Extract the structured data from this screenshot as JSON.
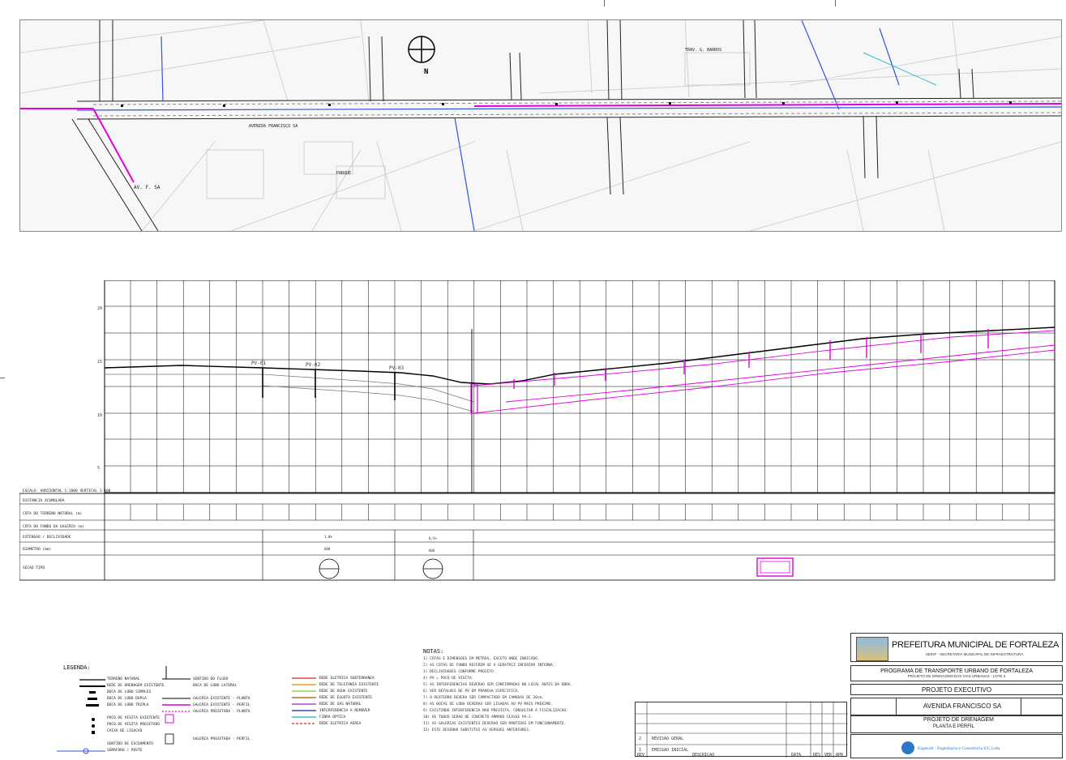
{
  "plan": {
    "street_labels": [
      "AV. F. SA",
      "AVENIDA FRANCISCO SA",
      "PARQUE",
      "TRAV. G. BARROS"
    ],
    "north_label": "N"
  },
  "profile": {
    "pv_labels": [
      "PV-01",
      "PV-02",
      "PV-03"
    ],
    "y_ticks": [
      "20",
      "15",
      "10",
      "5"
    ],
    "scale_label": "ESCALA: HORIZONTAL 1:1000  VERTICAL 1:100",
    "band_labels": [
      "DISTANCIA ACUMULADA",
      "COTA DO TERRENO NATURAL (m)",
      "COTA DO FUNDO DA GALERIA (m)",
      "EXTENSAO / DECLIVIDADE",
      "DIAMETRO (mm)",
      "SECAO TIPO"
    ],
    "band_values": {
      "decl_1": "1,0%",
      "decl_2": "0,5%",
      "diam_1": "600",
      "diam_2": "800"
    }
  },
  "legend": {
    "title": "LEGENDA:",
    "col1": [
      "TERRENO NATURAL",
      "REDE DE DRENAGEM EXISTENTE",
      "BOCA DE LOBO SIMPLES",
      "BOCA DE LOBO DUPLA",
      "BOCA DE LOBO TRIPLA",
      "POCO DE VISITA EXISTENTE",
      "POCO DE VISITA PROJETADO",
      "CAIXA DE LIGACAO",
      "SENTIDO DE ESCOAMENTO",
      "SEMAFORO / POSTE"
    ],
    "col2": [
      "SENTIDO DO FLUXO",
      "BOCA DE LOBO LATERAL",
      "GALERIA EXISTENTE - PLANTA",
      "GALERIA EXISTENTE - PERFIL",
      "GALERIA PROJETADA - PLANTA",
      "GALERIA PROJETADA - PERFIL"
    ],
    "col3": [
      "REDE ELETRICA SUBTERRANEA",
      "REDE DE TELEFONIA EXISTENTE",
      "REDE DE AGUA EXISTENTE",
      "REDE DE ESGOTO EXISTENTE",
      "REDE DE GAS NATURAL",
      "INTERFERENCIA A REMOVER",
      "FIBRA OPTICA",
      "REDE ELETRICA AEREA"
    ]
  },
  "notes": {
    "title": "NOTAS:",
    "items": [
      "1) COTAS E DIMENSOES EM METROS, EXCETO ONDE INDICADO.",
      "2) AS COTAS DE FUNDO REFEREM-SE A GERATRIZ INFERIOR INTERNA.",
      "3) DECLIVIDADES CONFORME PROJETO.",
      "4) PV = POCO DE VISITA.",
      "5) AS INTERFERENCIAS DEVERAO SER CONFIRMADAS NO LOCAL ANTES DA OBRA.",
      "6) VER DETALHES DE PV EM PRANCHA ESPECIFICA.",
      "7) O REATERRO DEVERA SER COMPACTADO EM CAMADAS DE 20cm.",
      "8) AS BOCAS DE LOBO DEVERAO SER LIGADAS AO PV MAIS PROXIMO.",
      "9) EXISTINDO INTERFERENCIA NAO PREVISTA, CONSULTAR A FISCALIZACAO.",
      "10) OS TUBOS SERAO DE CONCRETO ARMADO CLASSE PA-2.",
      "11) AS GALERIAS EXISTENTES DEVERAO SER MANTIDAS EM FUNCIONAMENTO.",
      "12) ESTE DESENHO SUBSTITUI AS VERSOES ANTERIORES."
    ]
  },
  "revisions": {
    "rows": [
      {
        "rev": "2",
        "desc": "REVISAO GERAL",
        "date": "",
        "by": "",
        "chk": "",
        "apr": ""
      },
      {
        "rev": "1",
        "desc": "EMISSAO INICIAL",
        "date": "",
        "by": "",
        "chk": "",
        "apr": ""
      },
      {
        "rev": "REV",
        "desc": "DESCRICAO",
        "date": "DATA",
        "by": "DES",
        "chk": "VER",
        "apr": "APR"
      }
    ]
  },
  "title_block": {
    "org": "PREFEITURA MUNICIPAL DE FORTALEZA",
    "org_sub": "SEINF - SECRETARIA MUNICIPAL DE INFRAESTRUTURA",
    "program": "PROGRAMA DE TRANSPORTE URBANO DE FORTALEZA",
    "program_sub": "PROJETO DE DRENAGEM DAS VIAS URBANAS - LOTE 3",
    "phase": "PROJETO EXECUTIVO",
    "street": "AVENIDA FRANCISCO SA",
    "drawing": "PROJETO DE DRENAGEM",
    "drawing_sub": "PLANTA E PERFIL",
    "company": "Engesoft - Engenharia e Consultoria S/C Ltda."
  },
  "colors": {
    "plan_bg": "#f7f7f7",
    "magenta": "#e000e0",
    "blue": "#3355dd",
    "cyan": "#33bbdd",
    "grid": "#000000"
  }
}
